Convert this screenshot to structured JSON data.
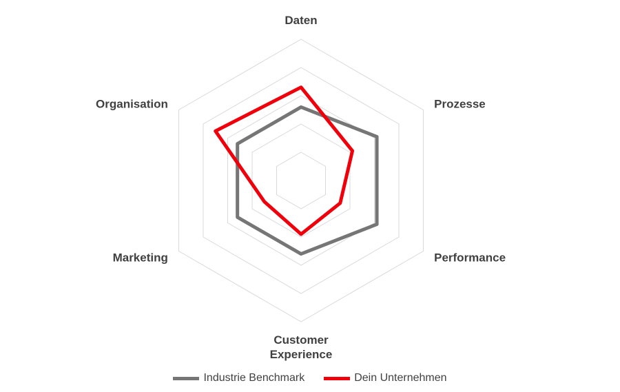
{
  "chart_data": {
    "type": "radar",
    "categories": [
      "Daten",
      "Prozesse",
      "Performance",
      "Customer Experience",
      "Marketing",
      "Organisation"
    ],
    "category_lines": [
      [
        "Daten"
      ],
      [
        "Prozesse"
      ],
      [
        "Performance"
      ],
      [
        "Customer",
        "Experience"
      ],
      [
        "Marketing"
      ],
      [
        "Organisation"
      ]
    ],
    "rmax": 5,
    "grid_levels": 5,
    "series": [
      {
        "name": "Industrie Benchmark",
        "color": "#767676",
        "values": [
          2.6,
          3.1,
          3.1,
          2.6,
          2.6,
          2.6
        ]
      },
      {
        "name": "Dein Unternehmen",
        "color": "#f0000a",
        "values": [
          3.3,
          2.1,
          1.6,
          1.9,
          1.5,
          3.5
        ]
      }
    ],
    "grid_color": "#d9d9d9"
  }
}
